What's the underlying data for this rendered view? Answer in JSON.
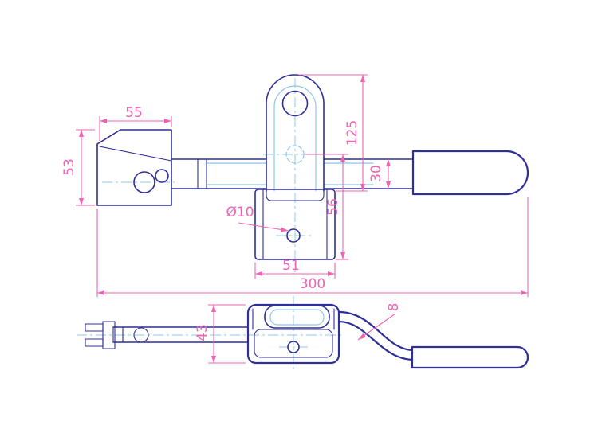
{
  "drawing": {
    "title": "toggle-latch-clamp-technical-drawing",
    "dimensions": {
      "bracket_width": "55",
      "bracket_height": "53",
      "clevis_to_base_height": "125",
      "pivot_to_base_height": "56",
      "arm_height": "30",
      "hole_diameter": "Ø10",
      "base_width": "51",
      "overall_length": "300",
      "body_width": "43",
      "rod_diameter": "8"
    },
    "colors": {
      "outline": "#2f2f99",
      "hidden": "#8cc8ea",
      "dimension": "#ef63b2",
      "background": "#ffffff"
    }
  }
}
